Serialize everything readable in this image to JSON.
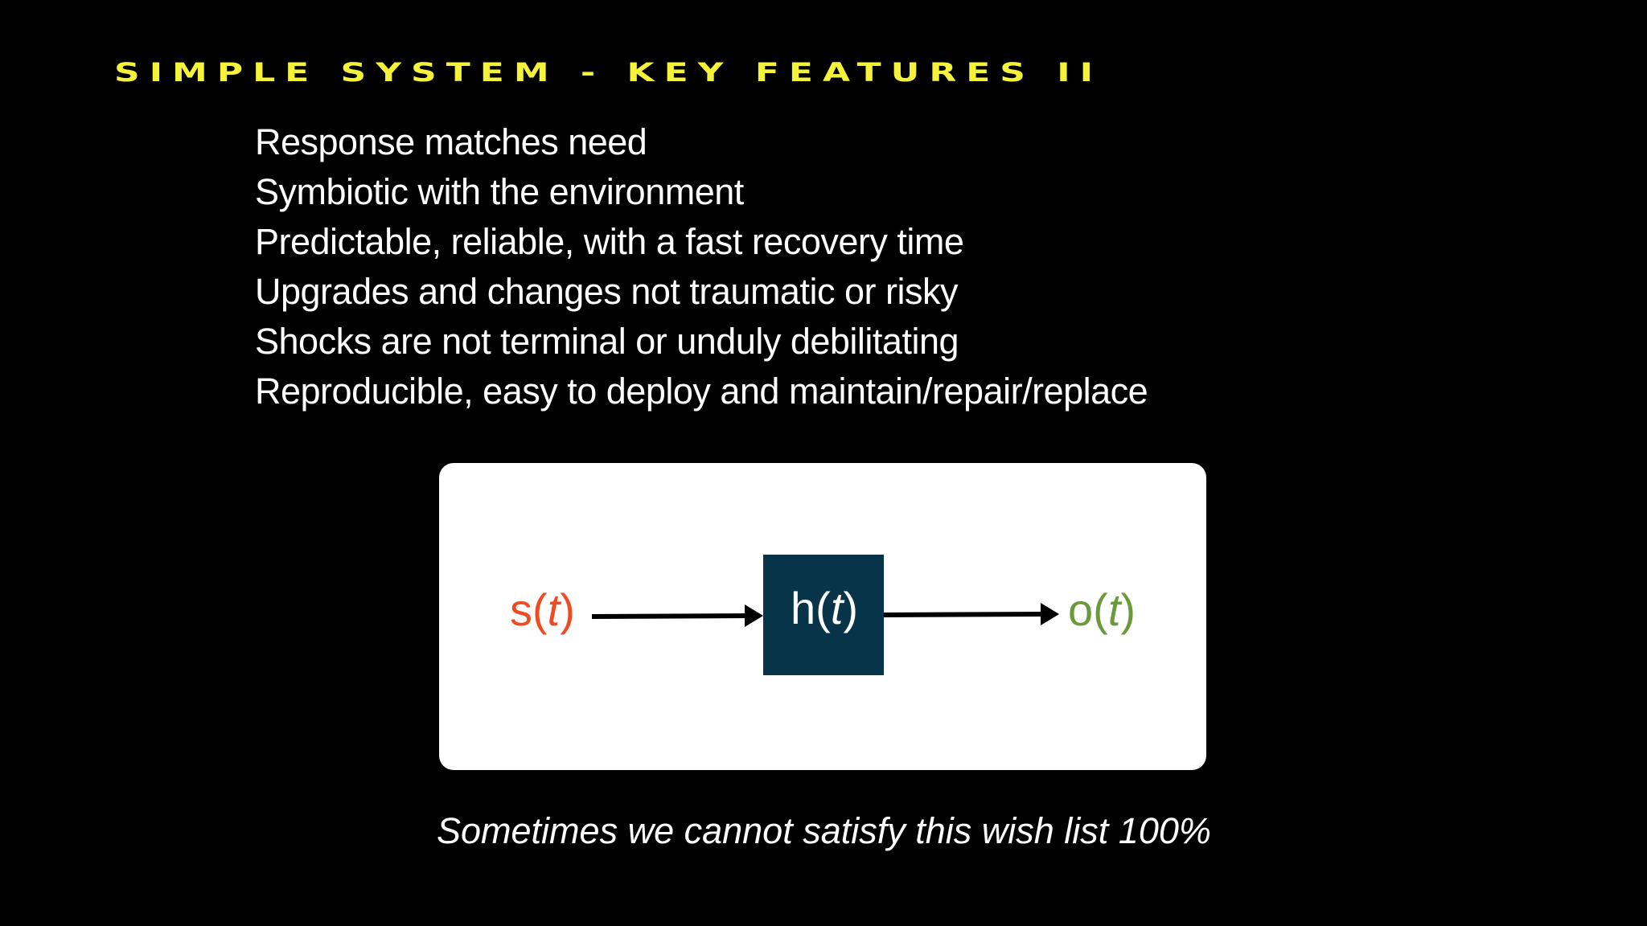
{
  "slide": {
    "title": "Simple System - Key Features II",
    "bullets": [
      "Response matches need",
      "Symbiotic with the environment",
      "Predictable, reliable, with a fast recovery time",
      "Upgrades and changes not traumatic or risky",
      "Shocks are not terminal or unduly debilitating",
      "Reproducible, easy to deploy and maintain/repair/replace"
    ],
    "diagram": {
      "input": {
        "name": "s",
        "var": "t",
        "color": "#ef4b23"
      },
      "system": {
        "name": "h",
        "var": "t",
        "box_color": "#083449"
      },
      "output": {
        "name": "o",
        "var": "t",
        "color": "#6a9a3a"
      }
    },
    "caption": "Sometimes we cannot satisfy this wish list 100%",
    "colors": {
      "title": "#f5f23a",
      "background": "#000000",
      "text": "#ffffff"
    }
  }
}
